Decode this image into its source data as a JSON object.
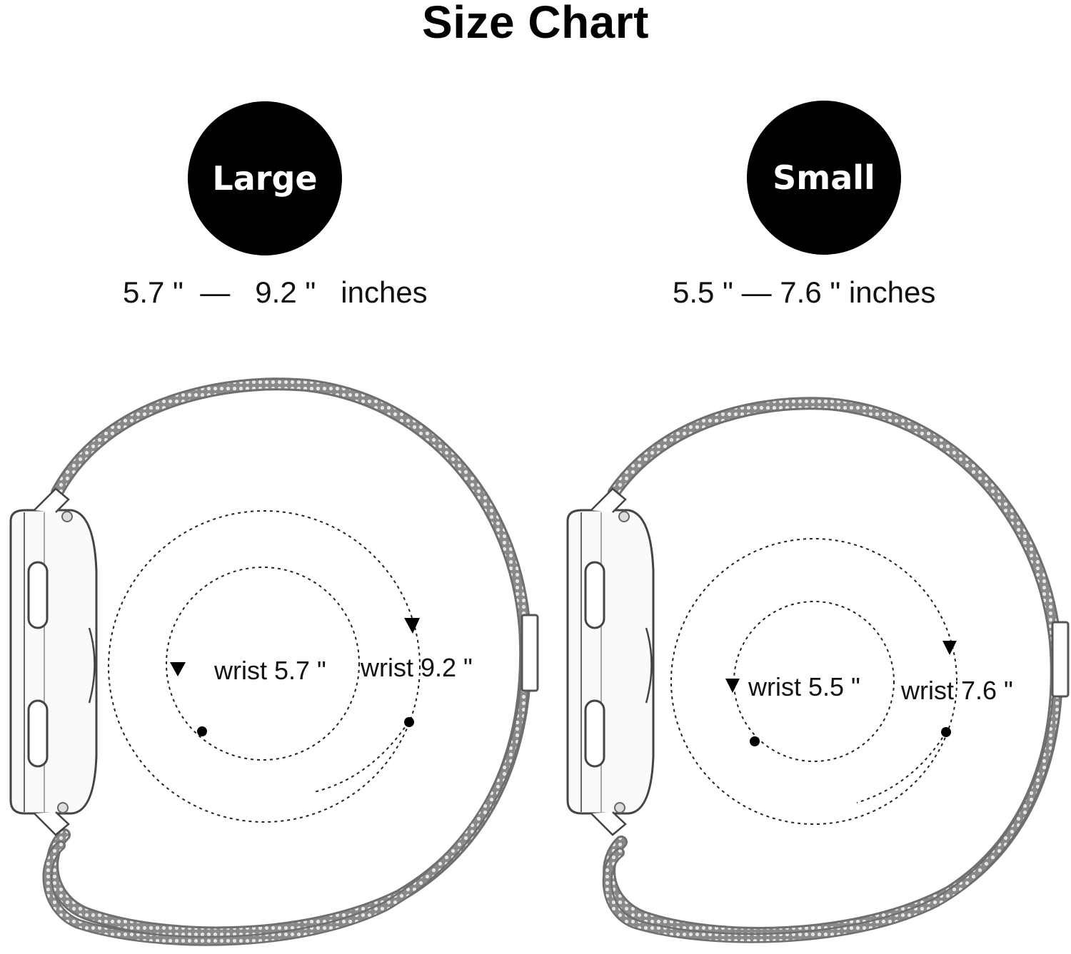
{
  "title": "Size Chart",
  "sizes": [
    {
      "label": "Large",
      "range_text": "5.7 \"  —   9.2 \"   inches",
      "inner_label": "wrist 5.7 \"",
      "outer_label": "wrist 9.2 \""
    },
    {
      "label": "Small",
      "range_text": "5.5 \" — 7.6 \" inches",
      "inner_label": "wrist 5.5 \"",
      "outer_label": "wrist 7.6 \""
    }
  ],
  "colors": {
    "badge_bg": "#000000",
    "badge_text": "#ffffff",
    "band": "#6f6f6f",
    "watch_outline": "#555555"
  }
}
